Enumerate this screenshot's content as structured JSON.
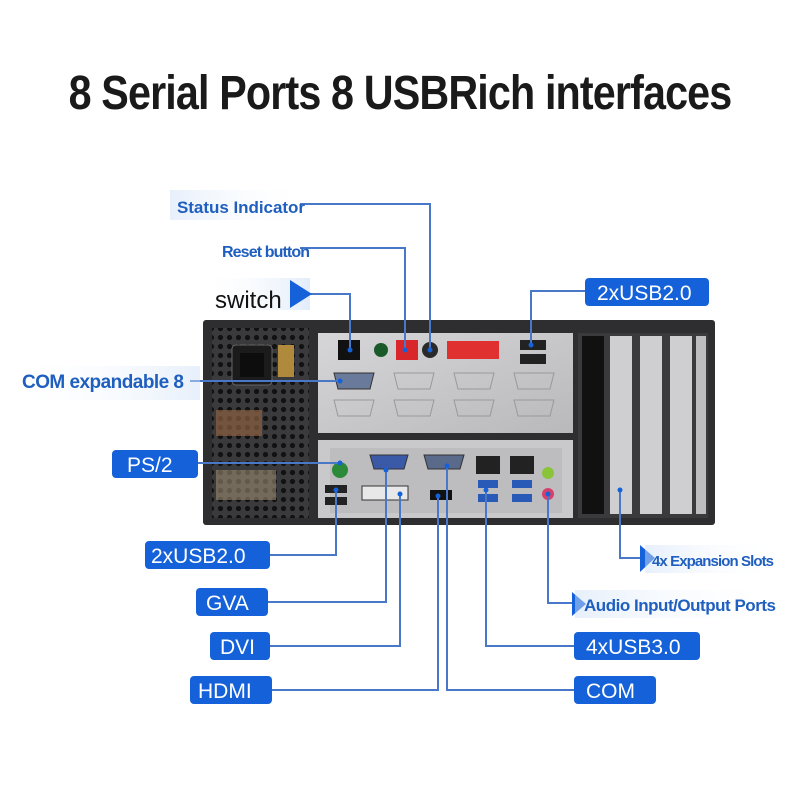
{
  "title": "8 Serial Ports 8 USBRich interfaces",
  "labels": {
    "status_indicator": "Status Indicator",
    "reset_button": "Reset button",
    "switch": "switch",
    "usb2_top": "2xUSB2.0",
    "com_expandable": "COM expandable 8",
    "ps2": "PS/2",
    "usb2_bottom": "2xUSB2.0",
    "gva": "GVA",
    "dvi": "DVI",
    "hdmi": "HDMI",
    "expansion_slots": "4x Expansion Slots",
    "audio_ports": "Audio Input/Output Ports",
    "usb3": "4xUSB3.0",
    "com": "COM"
  },
  "colors": {
    "pill": "#1561d9",
    "line": "#4a78c8",
    "label_text": "#1f5fbf",
    "case": "#2e2e30",
    "power_switch": "#d8262a",
    "reset_button": "#d8262a"
  }
}
